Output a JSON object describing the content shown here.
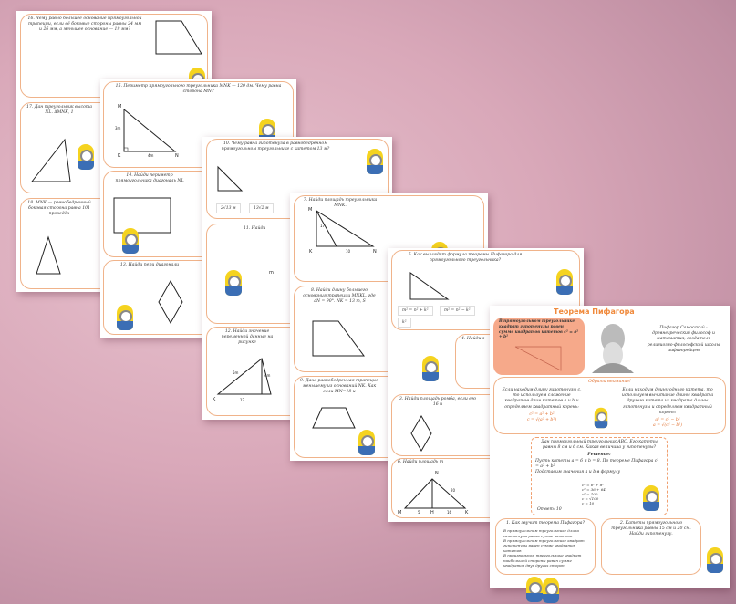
{
  "slides": {
    "p1": {
      "q16": "16. Чему равно большее основание прямоугольной трапеции, если её боковые стороны равны 24 мм и 26 мм, а меньшее основание — 19 мм?",
      "q17": "17. Дан треугольник высота NL. ∆MNK, 1",
      "q18": "18. MNK — равнобедренный боковая сторона равна 101 проведён"
    },
    "p2": {
      "q15": "15. Периметр прямоугольного треугольника MNK — 120 дм. Чему равна сторона MN?",
      "m": "M",
      "k": "K",
      "n": "N",
      "side1": "3m",
      "side2": "4m",
      "q14": "14. Найди периметр прямоугольника диагональ NL",
      "q13": "13. Найди пери диагонали"
    },
    "p3": {
      "q10": "10. Чему равна гипотенуза в равнобедренном прямоугольном треугольнике с катетом 13 м?",
      "opt1": "2√13 м",
      "opt2": "13√2 м",
      "q11": "11. Найди",
      "m": "m",
      "q12": "12. Найди значение переменной данные на рисунке",
      "k": "K",
      "a": "5m",
      "b": "4m",
      "c": "12"
    },
    "p4": {
      "q7": "7. Найди площадь треугольника MNK.",
      "m": "M",
      "k": "K",
      "n": "N",
      "a": "17",
      "b": "10",
      "q8": "8. Найди длину большего основания трапеции MNKL, где ∠N = 90°. NK = 13 m, S",
      "q9": "9. Дана равнобедренная трапеция меньшему из оснований NK. Как если MN=18 и"
    },
    "p5": {
      "q5": "5. Как выглядит формула теоремы Пифагора для прямоугольного треугольника?",
      "opt1": "m² = n² + k²",
      "opt2": "m² = n² − k²",
      "opt3": "k²",
      "q4": "4. Найди з",
      "q3": "3. Найди площадь ромба, если его 16 и",
      "q6": "6. Найди площадь т",
      "n": "N",
      "m": "M",
      "h": "H",
      "k": "K",
      "a": "5",
      "b": "16",
      "c": "20"
    },
    "p6": {
      "title": "Теорема Пифагора",
      "rule": "В прямоугольном треугольнике квадрат гипотенузы равен сумме квадратов катетов c² = a² + b²",
      "bio": "Пифагор Самосский - древнегреческий философ и математик, создатель религиозно-философской школы пифагорейцев",
      "attention": "Обрати внимание!",
      "left": "Если находим длину гипотенузы с, то используем сложение квадратов длин катетов a и b и определяем квадратный корень:",
      "left_f1": "c² = a² + b²",
      "left_f2": "c = √(a² + b²)",
      "right": "Если находим длину одного катета, то используем вычитание длины квадрата другого катета из квадрата длины гипотенузы и определяем квадратный корень:",
      "right_f1": "a² = c² − b²",
      "right_f2": "a = √(c² − b²)",
      "example": "Дан прямоугольный треугольник ABC. Его катеты равны 8 см и 6 см. Какая величина у гипотенузы?",
      "solution": "Решение:",
      "steps": [
        "Пусть катеты a = 6 и b = 8. По теореме Пифагора c² = a² + b²",
        "Подставим значения a и b в формулу",
        "c² = 6² + 8²",
        "c² = 36 + 64",
        "c² = 100",
        "c = √100",
        "c = 10"
      ],
      "answer": "Ответ: 10",
      "q1": "1. Как звучит теорема Пифагора?",
      "q1_opts": [
        "В прямоугольном треугольнике длина гипотенузы равна сумме катетов",
        "В прямоугольном треугольнике квадрат гипотенузы равен сумме квадратов катетов",
        "В произвольном треугольнике квадрат наибольшей стороны равен сумме квадратов двух других сторон"
      ],
      "q2": "2. Катеты прямоугольного треугольника равны 15 см и 20 см. Найди гипотенузу."
    }
  },
  "colors": {
    "accent": "#f08a3c",
    "border": "#f0b38a",
    "rule_bg": "#f6a98a"
  }
}
